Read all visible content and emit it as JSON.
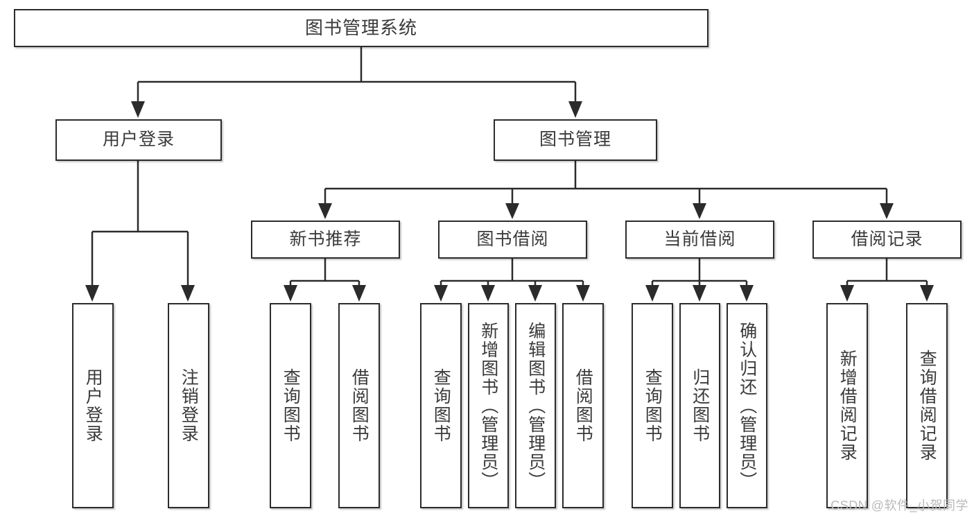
{
  "diagram": {
    "title": "图书管理系统",
    "type": "hierarchy-tree",
    "watermark": "CSDN @软件_小贺同学",
    "colors": {
      "box_border": "#2b2b2b",
      "box_fill": "#ffffff",
      "text": "#3a3a3a",
      "link": "#2b2b2b",
      "watermark": "#b9b9b9"
    }
  },
  "nodes": {
    "root": {
      "label": "图书管理系统"
    },
    "level2": [
      {
        "label": "用户登录"
      },
      {
        "label": "图书管理"
      }
    ],
    "level3": [
      {
        "label": "新书推荐"
      },
      {
        "label": "图书借阅"
      },
      {
        "label": "当前借阅"
      },
      {
        "label": "借阅记录"
      }
    ],
    "leaves": {
      "user_login": [
        {
          "label": "用户登录"
        },
        {
          "label": "注销登录"
        }
      ],
      "new_book": [
        {
          "label": "查询图书"
        },
        {
          "label": "借阅图书"
        }
      ],
      "book_borrow": [
        {
          "label": "查询图书"
        },
        {
          "label": "新增图书（管理员）"
        },
        {
          "label": "编辑图书（管理员）"
        },
        {
          "label": "借阅图书"
        }
      ],
      "current_borrow": [
        {
          "label": "查询图书"
        },
        {
          "label": "归还图书"
        },
        {
          "label": "确认归还（管理员）"
        }
      ],
      "borrow_record": [
        {
          "label": "新增借阅记录"
        },
        {
          "label": "查询借阅记录"
        }
      ]
    }
  }
}
